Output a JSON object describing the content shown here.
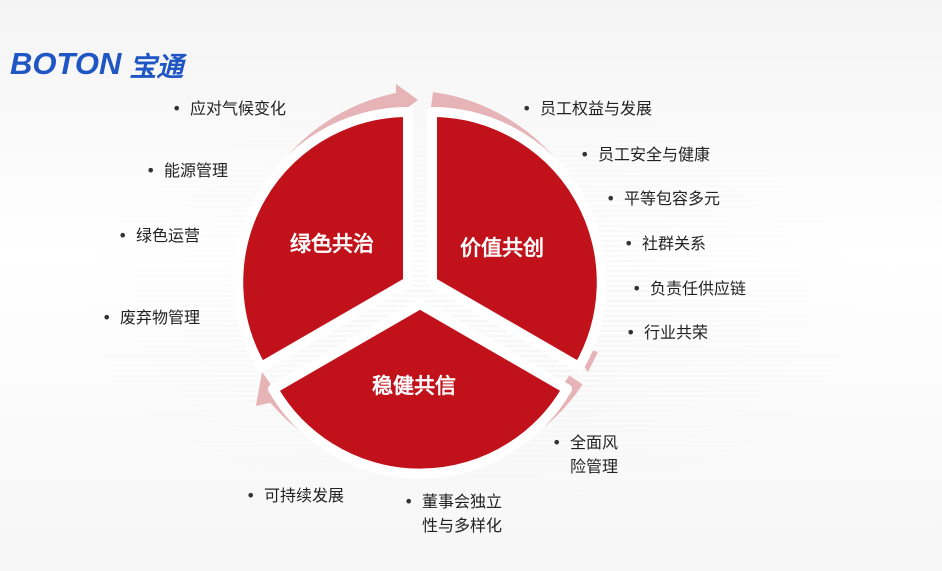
{
  "logo": {
    "en": "BOTON",
    "zh": "宝通"
  },
  "colors": {
    "red": "#c1121b",
    "ring": "#e6b3b6",
    "brand_blue": "#1f56c4"
  },
  "segments": {
    "green": "绿色共治",
    "value": "价值共创",
    "trust": "稳健共信"
  },
  "left_items": [
    "应对气候变化",
    "能源管理",
    "绿色运营",
    "废弃物管理"
  ],
  "right_items": [
    "员工权益与发展",
    "员工安全与健康",
    "平等包容多元",
    "社群关系",
    "负责任供应链",
    "行业共荣"
  ],
  "bottom_items": {
    "risk": [
      "全面风",
      "险管理"
    ],
    "board": [
      "董事会独立",
      "性与多样化"
    ],
    "sustain": "可持续发展"
  },
  "bullet": "•"
}
